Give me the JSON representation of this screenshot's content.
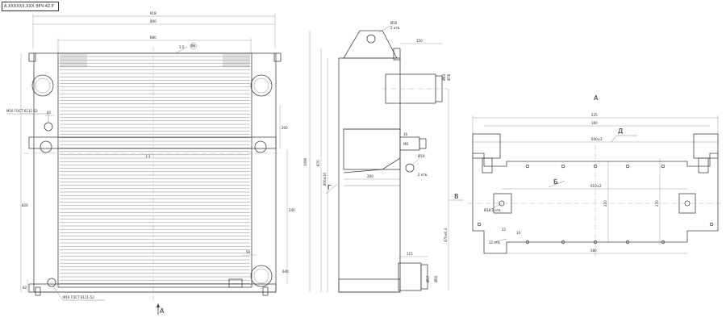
{
  "title_stamp": "А.ХХХХХХ.ХХХ ЭРЧ-42.Р",
  "view_labels": {
    "a_arrow": "А",
    "a_view": "А",
    "b": "Б",
    "v": "В",
    "g": "Г",
    "d": "Д"
  },
  "front": {
    "dim_overall": "818",
    "dim_inner": "800",
    "dim_core": "680",
    "dim_vertical": "820",
    "dim_side_top": "200",
    "dim_side_mid": "240",
    "dim_side_low": "640",
    "dim_small_a": "62",
    "dim_small_b": "50",
    "dim_small_c": "40",
    "callout_text": "1:5",
    "callout_num": "Ø6",
    "hole_note_top": "М16 ГОСТ 6111-52",
    "hole_note_bottom": "М16 ГОСТ 6111-52",
    "center_mark": "1:1"
  },
  "side": {
    "dim_top_hole": "Ø16",
    "dim_top_hole_note": "2 отв.",
    "dim_pipe_top": "Ø63",
    "dim_pipe_top2": "Ø76",
    "dim_width_top": "150",
    "dim_overall_h": "1090",
    "dim_h1": "870",
    "dim_h2": "800±10",
    "dim_core_w": "200",
    "dim_small": "16",
    "dim_mid_hole": "Ø10",
    "dim_mid_hole_note": "2 отв.",
    "dim_bottom_w": "115",
    "dim_pipe_bot": "Ø57",
    "dim_pipe_bot2": "Ø60",
    "dim_side_right": "470±0,3",
    "dim_thread": "М6"
  },
  "view_a": {
    "dim_overall": "225",
    "dim_inner": "160",
    "dim_width_d": "640±2",
    "dim_b_width": "610±2",
    "dim_h1": "220",
    "dim_h2": "270",
    "dim_bottom": "580",
    "hole_note": "Ø10 2 отв.",
    "slot_note": "12 отв.",
    "dim_small": "14",
    "dim_small2": "12"
  }
}
